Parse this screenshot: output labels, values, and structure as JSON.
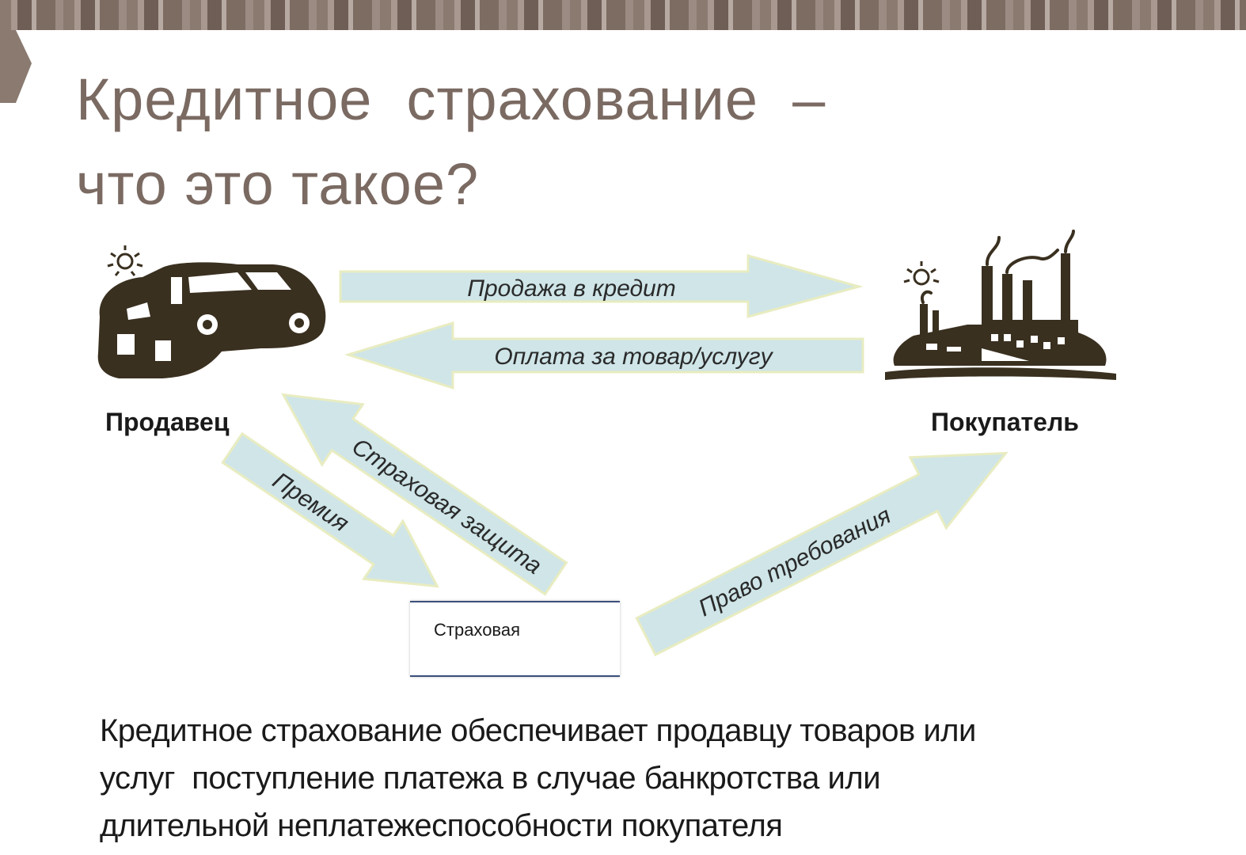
{
  "title": {
    "line1": "Кредитное  страхование  –",
    "line2": "что это такое?"
  },
  "parties": {
    "seller": "Продавец",
    "buyer": "Покупатель",
    "insurer": "Страховая"
  },
  "flows": {
    "credit_sale": "Продажа в кредит",
    "payment": "Оплата за товар/услугу",
    "protection": "Страховая защита",
    "premium": "Премия",
    "recourse": "Право требования"
  },
  "caption": {
    "line1": "Кредитное страхование обеспечивает продавцу товаров или",
    "line2": "услуг  поступление платежа в случае банкротства или",
    "line3": "длительной неплатежеспособности покупателя"
  },
  "colors": {
    "arrow_fill": "#cfe5e8",
    "arrow_stroke": "#e8ecc0",
    "icon": "#3a3020",
    "title": "#7a6a62"
  },
  "icons": {
    "seller": "car-icon",
    "buyer": "factory-icon"
  }
}
